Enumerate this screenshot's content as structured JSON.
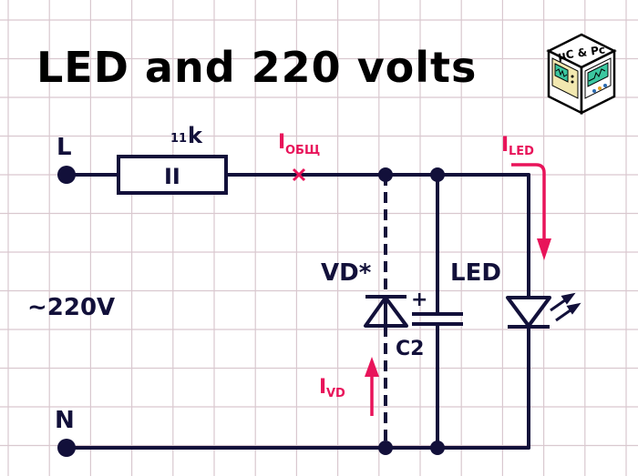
{
  "title": "LED and 220 volts",
  "logo": {
    "text": "μC & Pc",
    "icon": "oscilloscope-cube-logo"
  },
  "colors": {
    "wire": "#12103a",
    "current": "#e8145a",
    "grid": "#d9c8cf",
    "title": "#000000",
    "logo_screen": "#3cc7a0",
    "logo_panel": "#f2e8b0"
  },
  "labels": {
    "terminal_l": "L",
    "terminal_n": "N",
    "supply": "~220V",
    "resistor_value_prefix": "11",
    "resistor_value_unit": "k",
    "resistor_marking": "II",
    "diode": "VD*",
    "capacitor": "C2",
    "capacitor_polarity": "+",
    "led": "LED"
  },
  "currents": {
    "total": {
      "main": "I",
      "sub": "ОБЩ"
    },
    "led": {
      "main": "I",
      "sub": "LED"
    },
    "vd": {
      "main": "I",
      "sub": "VD"
    }
  }
}
